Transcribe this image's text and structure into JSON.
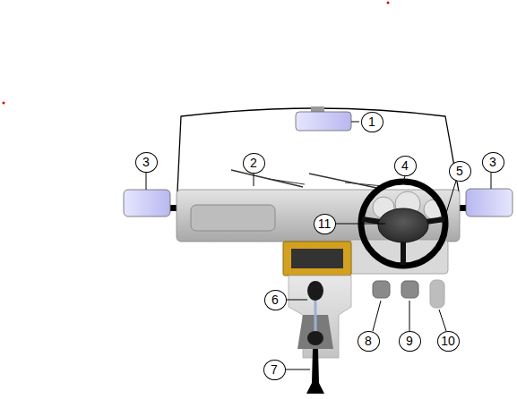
{
  "diagram": {
    "labels": [
      "1",
      "3",
      "2",
      "4",
      "3",
      "5",
      "11",
      "6",
      "8",
      "9",
      "10",
      "7"
    ]
  }
}
